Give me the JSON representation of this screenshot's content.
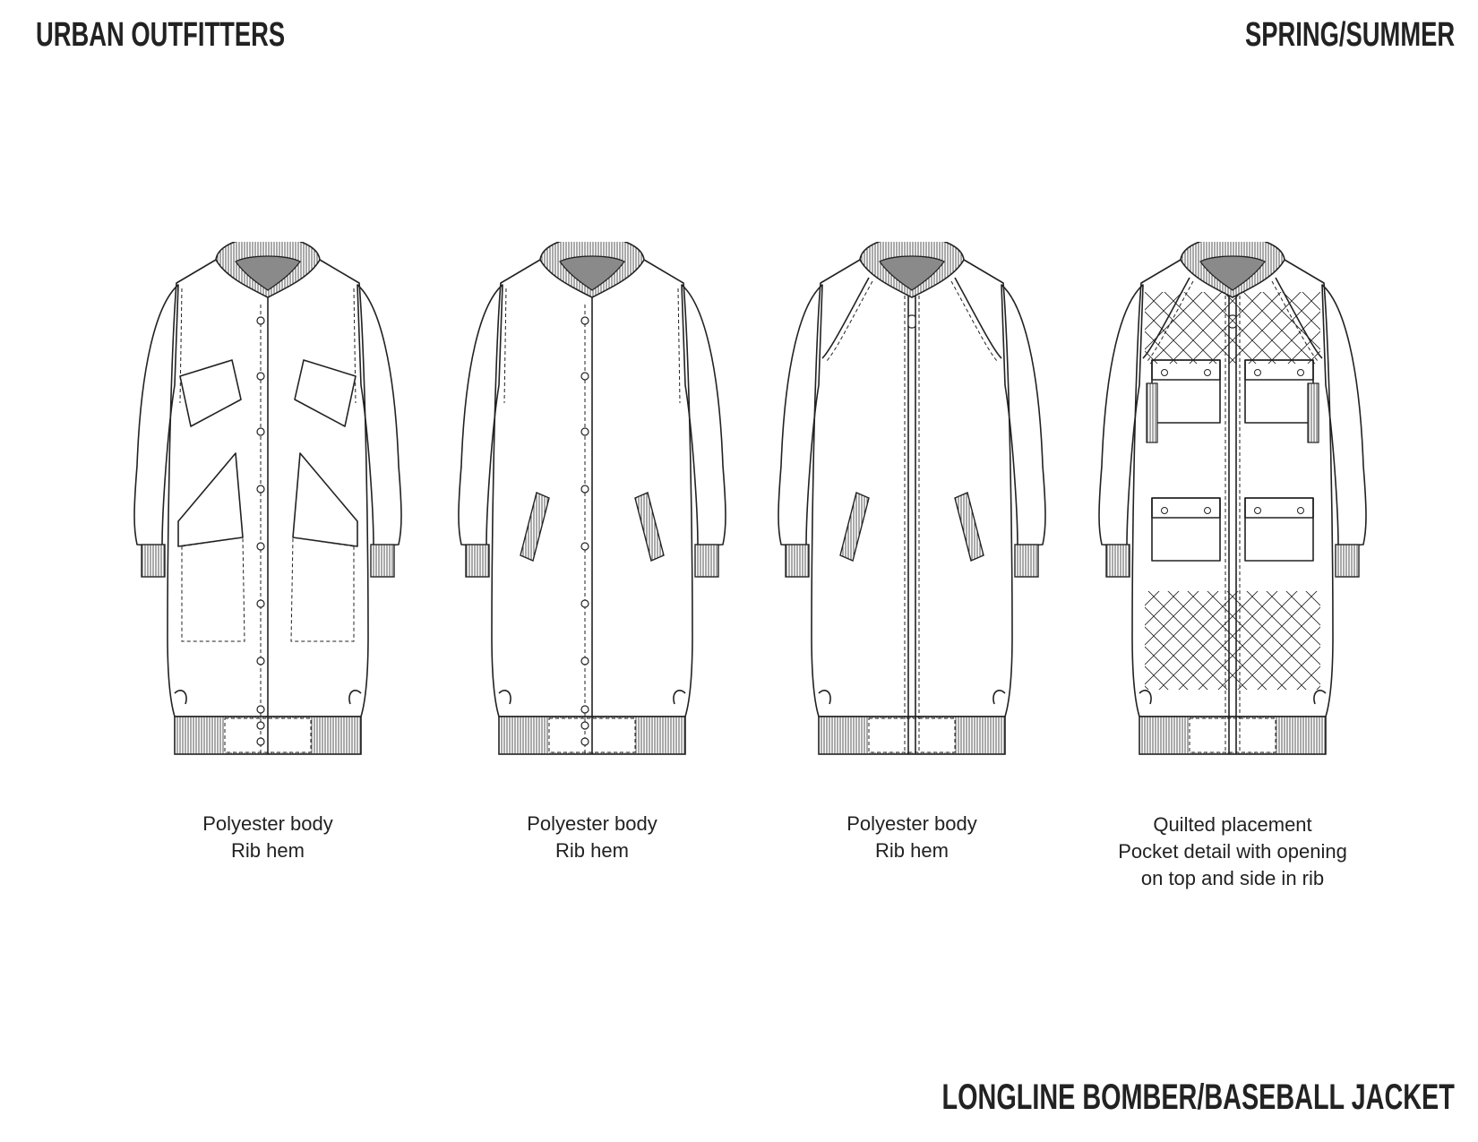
{
  "header": {
    "brand": "URBAN OUTFITTERS",
    "season": "SPRING/SUMMER"
  },
  "footer": {
    "product_title": "LONGLINE BOMBER/BASEBALL JACKET"
  },
  "jackets": [
    {
      "style": "snap-front-flap-pockets",
      "caption_lines": [
        "Polyester body",
        "Rib hem"
      ]
    },
    {
      "style": "snap-front-welt-pockets",
      "caption_lines": [
        "Polyester body",
        "Rib hem"
      ]
    },
    {
      "style": "zip-front-raglan",
      "caption_lines": [
        "Polyester body",
        "Rib hem"
      ]
    },
    {
      "style": "zip-front-quilted-utility",
      "caption_lines": [
        "Quilted placement",
        "Pocket detail with opening",
        "on top and side in rib"
      ]
    }
  ],
  "colors": {
    "ink": "#222222",
    "rib": "#555555",
    "neck_inner": "#8a8a8a",
    "paper": "#ffffff"
  }
}
